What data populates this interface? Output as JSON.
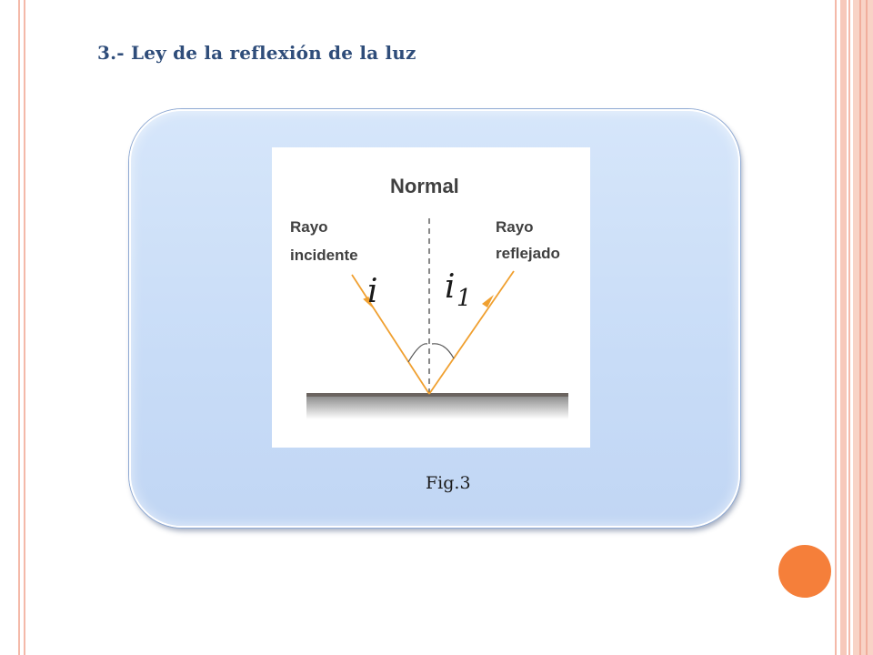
{
  "slide": {
    "title": "3.- Ley de la reflexión de la luz",
    "caption": "Fig.3"
  },
  "diagram": {
    "normal_label": "Normal",
    "incident_line1": "Rayo",
    "incident_line2": "incidente",
    "reflected_line1": "Rayo",
    "reflected_line2": "reflejado",
    "angle_incident": "i",
    "angle_reflected": "i",
    "angle_reflected_subscript": "1"
  },
  "colors": {
    "title": "#2f4d7a",
    "panel": "#c8dcf7",
    "ray": "#f0a030",
    "accent_circle": "#f57f3a",
    "rules": "#f4b9a9"
  }
}
